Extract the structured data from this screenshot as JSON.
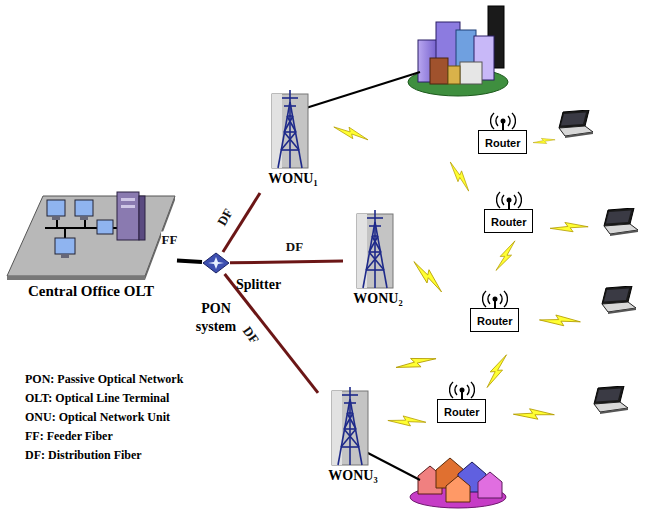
{
  "diagram": {
    "nodes": [
      {
        "text": [
          "Central Office OLT"
        ]
      },
      {
        "text": [
          "Splitter",
          "PON system"
        ]
      },
      {
        "text": [
          "WONU₁"
        ]
      },
      {
        "text": [
          "Router"
        ]
      },
      {
        "text": [
          "Router"
        ]
      },
      {
        "text": [
          "WONU₂"
        ]
      },
      {
        "text": [
          "Router"
        ]
      },
      {
        "text": [
          "Router"
        ]
      },
      {
        "text": [
          "WONU₃"
        ]
      }
    ],
    "edges": [
      {
        "from": 0,
        "to": 1,
        "arrow": "none",
        "label": "FF"
      },
      {
        "from": 1,
        "to": 2,
        "arrow": "none",
        "label": "DF"
      },
      {
        "from": 1,
        "to": 5,
        "arrow": "none",
        "label": "DF"
      },
      {
        "from": 1,
        "to": 8,
        "arrow": "none",
        "label": "DF"
      }
    ],
    "labels": [
      "PON: Passive Optical Network",
      "OLT: Optical Line Terminal",
      "ONU: Optical Network Unit",
      "FF: Feeder Fiber",
      "DF: Distribution Fiber"
    ]
  }
}
